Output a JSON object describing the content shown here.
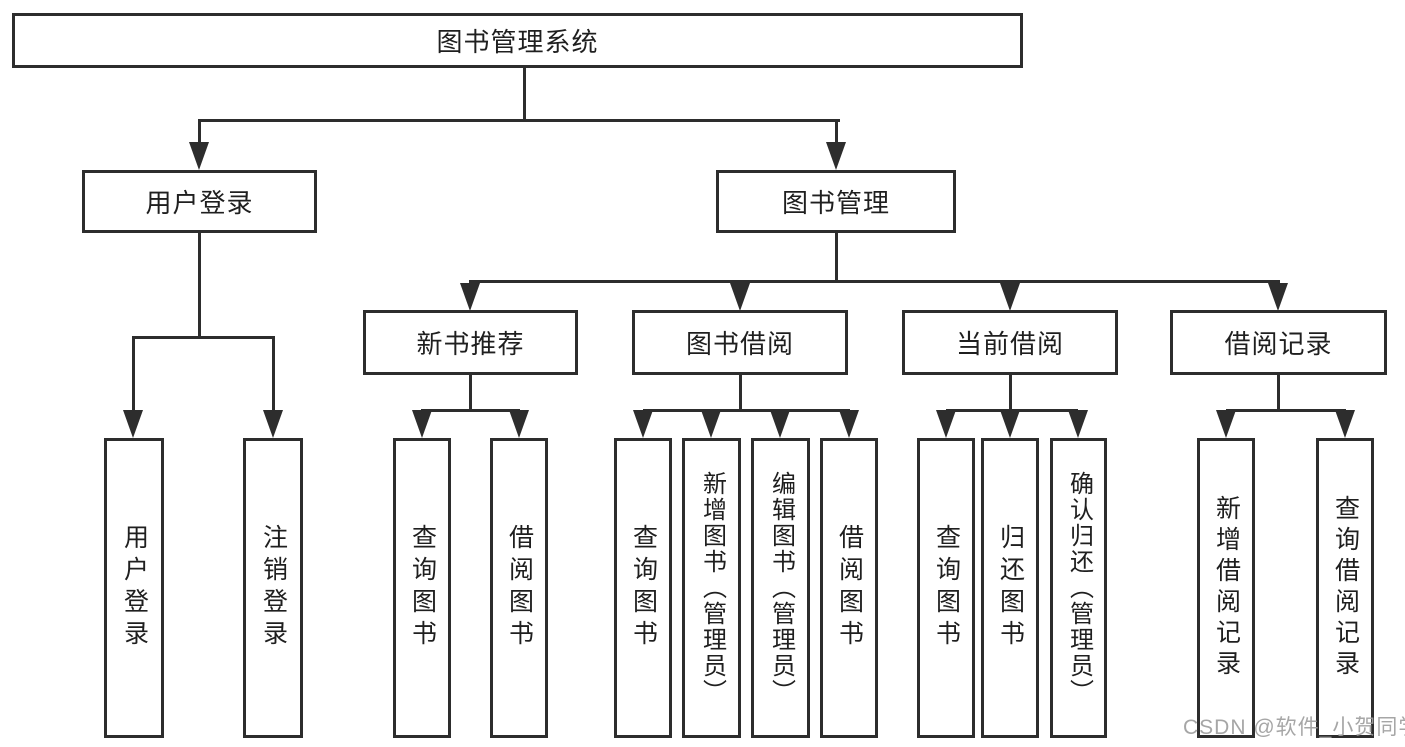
{
  "colors": {
    "line": "#2d2d2d",
    "text": "#1f1f1f",
    "background": "#ffffff",
    "watermark": "#9e9e9e"
  },
  "watermark": {
    "text": "CSDN @软件_小贺同学"
  },
  "tree": {
    "root": {
      "label": "图书管理系统"
    },
    "user_branch": {
      "label": "用户登录",
      "children": [
        {
          "label": "用户登录"
        },
        {
          "label": "注销登录"
        }
      ]
    },
    "book_branch": {
      "label": "图书管理",
      "children": [
        {
          "label": "新书推荐",
          "children": [
            {
              "label": "查询图书"
            },
            {
              "label": "借阅图书"
            }
          ]
        },
        {
          "label": "图书借阅",
          "children": [
            {
              "label": "查询图书"
            },
            {
              "label": "新增图书（管理员）"
            },
            {
              "label": "编辑图书（管理员）"
            },
            {
              "label": "借阅图书"
            }
          ]
        },
        {
          "label": "当前借阅",
          "children": [
            {
              "label": "查询图书"
            },
            {
              "label": "归还图书"
            },
            {
              "label": "确认归还（管理员）"
            }
          ]
        },
        {
          "label": "借阅记录",
          "children": [
            {
              "label": "新增借阅记录"
            },
            {
              "label": "查询借阅记录"
            }
          ]
        }
      ]
    }
  }
}
